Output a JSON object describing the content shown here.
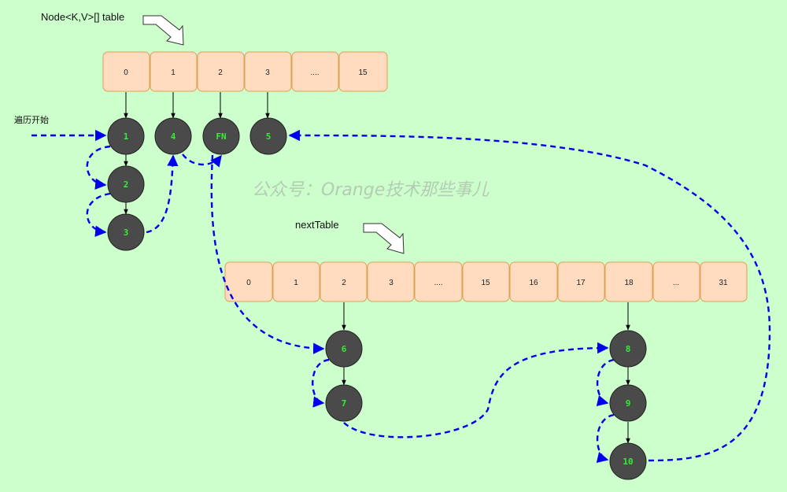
{
  "title_table": "Node<K,V>[] table",
  "title_next": "nextTable",
  "start_label": "遍历开始",
  "watermark": "公众号：Orange技术那些事儿",
  "table_cells": [
    "0",
    "1",
    "2",
    "3",
    "....",
    "15"
  ],
  "next_cells": [
    "0",
    "1",
    "2",
    "3",
    "....",
    "15",
    "16",
    "17",
    "18",
    "...",
    "31"
  ],
  "nodes": {
    "n1": "1",
    "n2": "2",
    "n3": "3",
    "n4": "4",
    "fn": "FN",
    "n5": "5",
    "n6": "6",
    "n7": "7",
    "n8": "8",
    "n9": "9",
    "n10": "10"
  },
  "colors": {
    "background": "#ccffcc",
    "cell_fill": "#ffdcc0",
    "cell_stroke": "#e0a050",
    "node_fill": "#4a4a4a",
    "node_text": "#33ee33",
    "traversal_path": "#0000ee"
  }
}
